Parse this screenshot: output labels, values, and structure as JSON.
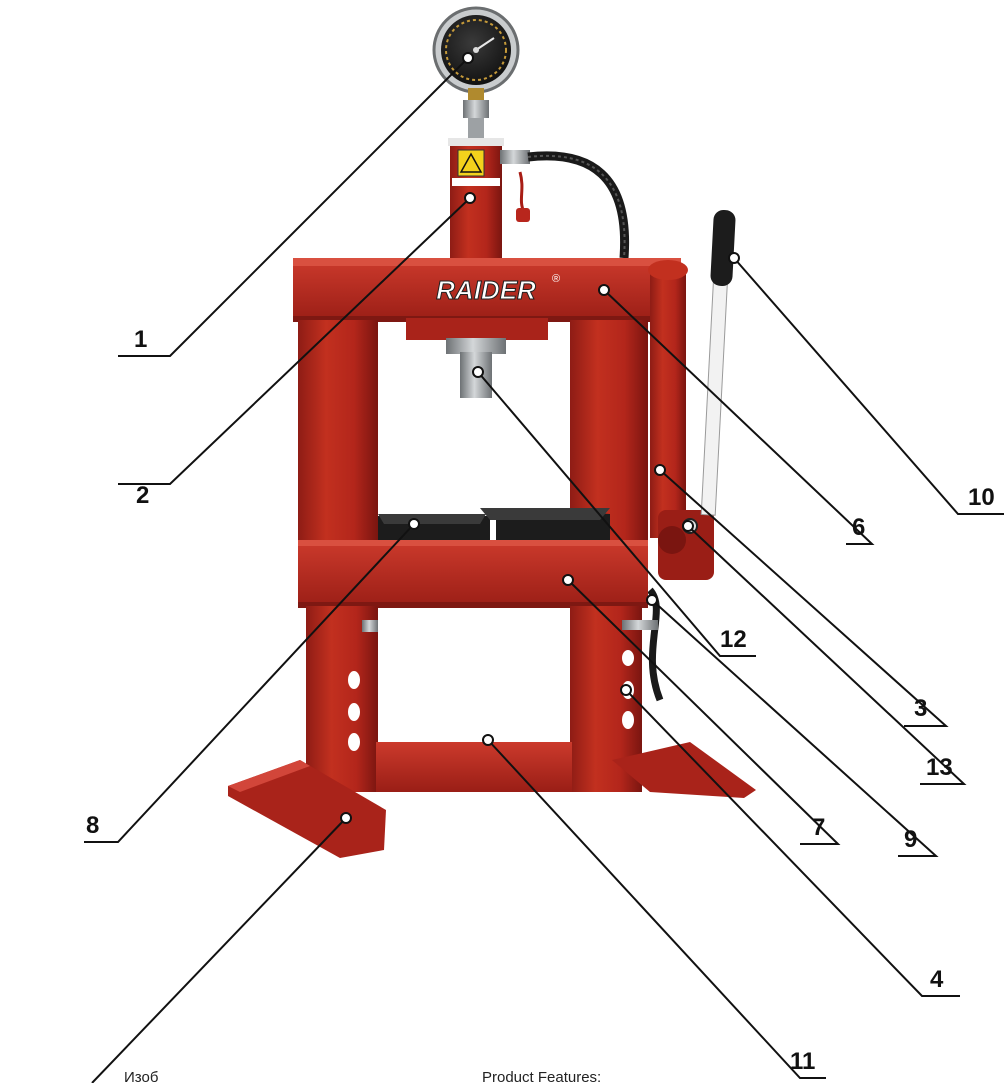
{
  "brand": "RAIDER",
  "brand_mark": "®",
  "callouts": [
    {
      "id": "1",
      "label": "1"
    },
    {
      "id": "2",
      "label": "2"
    },
    {
      "id": "3",
      "label": "3"
    },
    {
      "id": "4",
      "label": "4"
    },
    {
      "id": "6",
      "label": "6"
    },
    {
      "id": "7",
      "label": "7"
    },
    {
      "id": "8",
      "label": "8"
    },
    {
      "id": "9",
      "label": "9"
    },
    {
      "id": "10",
      "label": "10"
    },
    {
      "id": "11",
      "label": "11"
    },
    {
      "id": "12",
      "label": "12"
    },
    {
      "id": "13",
      "label": "13"
    }
  ],
  "captions": {
    "left_partial": "Изоб",
    "right_partial": "Product Features:"
  },
  "colors": {
    "frame_red": "#b8261d",
    "frame_red_dark": "#7e1812",
    "frame_red_light": "#d2463a",
    "plate_black": "#1c1c1c",
    "steel": "#a9acae",
    "handle_white": "#f2f2f2",
    "line": "#111111"
  }
}
